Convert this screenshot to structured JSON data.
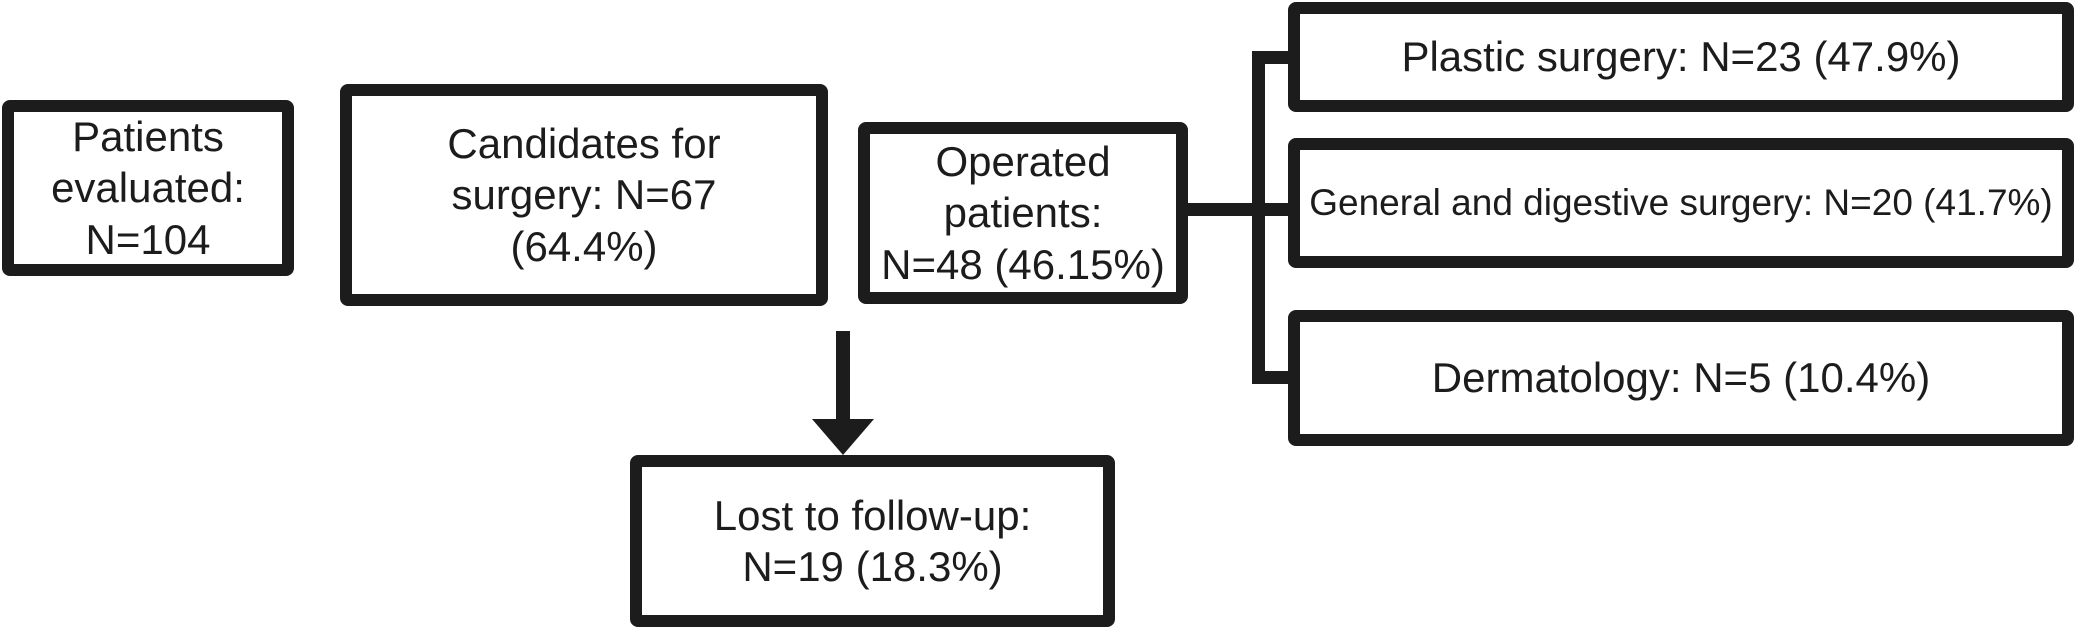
{
  "figure": {
    "kind": "patient-flow-diagram",
    "colors": {
      "background": "#ffffff",
      "line": "#1c1c1c",
      "text": "#1c1c1c"
    },
    "nodes": {
      "patients_evaluated": {
        "label": "Patients evaluated: N=104",
        "lines": [
          "Patients",
          "evaluated:",
          "N=104"
        ]
      },
      "candidates_for_surgery": {
        "label": "Candidates for surgery: N=67 (64.4%)",
        "lines": [
          "Candidates for",
          "surgery: N=67",
          "(64.4%)"
        ]
      },
      "operated_patients": {
        "label": "Operated patients: N=48 (46.15%)",
        "lines": [
          "Operated",
          "patients:",
          "N=48 (46.15%)"
        ]
      },
      "plastic_surgery": {
        "label": "Plastic surgery: N=23 (47.9%)",
        "lines": [
          "Plastic surgery: N=23 (47.9%)"
        ]
      },
      "general_digestive_surgery": {
        "label": "General and digestive surgery: N=20 (41.7%)",
        "lines": [
          "General and digestive surgery: N=20 (41.7%)"
        ]
      },
      "dermatology": {
        "label": "Dermatology: N=5 (10.4%)",
        "lines": [
          "Dermatology: N=5 (10.4%)"
        ]
      },
      "lost_to_follow_up": {
        "label": "Lost to follow-up: N=19 (18.3%)",
        "lines": [
          "Lost to follow-up:",
          "N=19 (18.3%)"
        ]
      }
    },
    "edges": [
      {
        "from": "operated_patients",
        "to": "plastic_surgery",
        "style": "bracket-line"
      },
      {
        "from": "operated_patients",
        "to": "general_digestive_surgery",
        "style": "bracket-line"
      },
      {
        "from": "operated_patients",
        "to": "dermatology",
        "style": "bracket-line"
      },
      {
        "from": "candidates_for_surgery",
        "to": "lost_to_follow_up",
        "style": "down-arrow"
      }
    ]
  }
}
